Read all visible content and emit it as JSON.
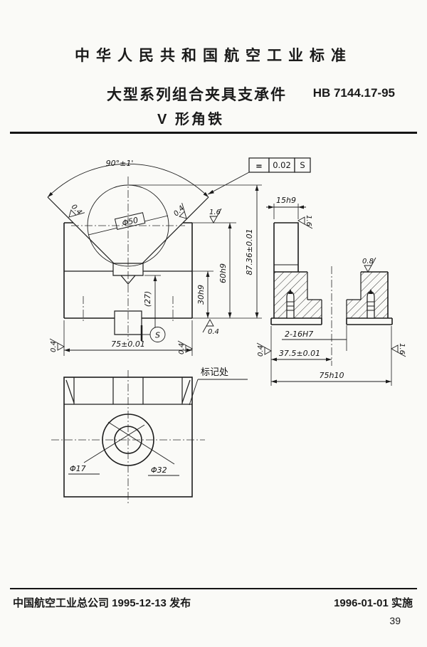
{
  "header": {
    "standard_line": "中华人民共和国航空工业标准",
    "title": "大型系列组合夹具支承件",
    "subtitle": "V 形角铁",
    "standard_no": "HB 7144.17-95"
  },
  "views": {
    "front": {
      "angle": "90°±1'",
      "gauge_dia": "Φ50",
      "fcf_symbol": "=",
      "fcf_tolerance": "0.02",
      "fcf_datum": "S",
      "dim_total_height": "87.36±0.01",
      "dim_step_60": "60h9",
      "dim_step_30": "30h9",
      "dim_ref_27": "(27)",
      "dim_width": "75±0.01",
      "datum_label": "S",
      "finish_v_left": "0.4",
      "finish_v_right": "0.4",
      "finish_shoulder": "1.6",
      "finish_bottom": "0.4",
      "finish_side_left": "0.4",
      "finish_side_right": "0.4"
    },
    "section": {
      "dim_rib_width": "15h9",
      "finish_rib": "1.6",
      "finish_step": "0.8",
      "holes_label": "2-16H7",
      "dim_hole_offset": "37.5±0.01",
      "dim_base_width": "75h10",
      "finish_left": "0.4",
      "finish_right": "1.6"
    },
    "bottom": {
      "dia_inner": "Φ17",
      "dia_outer": "Φ32",
      "marking_note": "标记处"
    }
  },
  "footer": {
    "issuer_line": "中国航空工业总公司 1995-12-13 发布",
    "implement_line": "1996-01-01 实施",
    "page_number": "39"
  }
}
